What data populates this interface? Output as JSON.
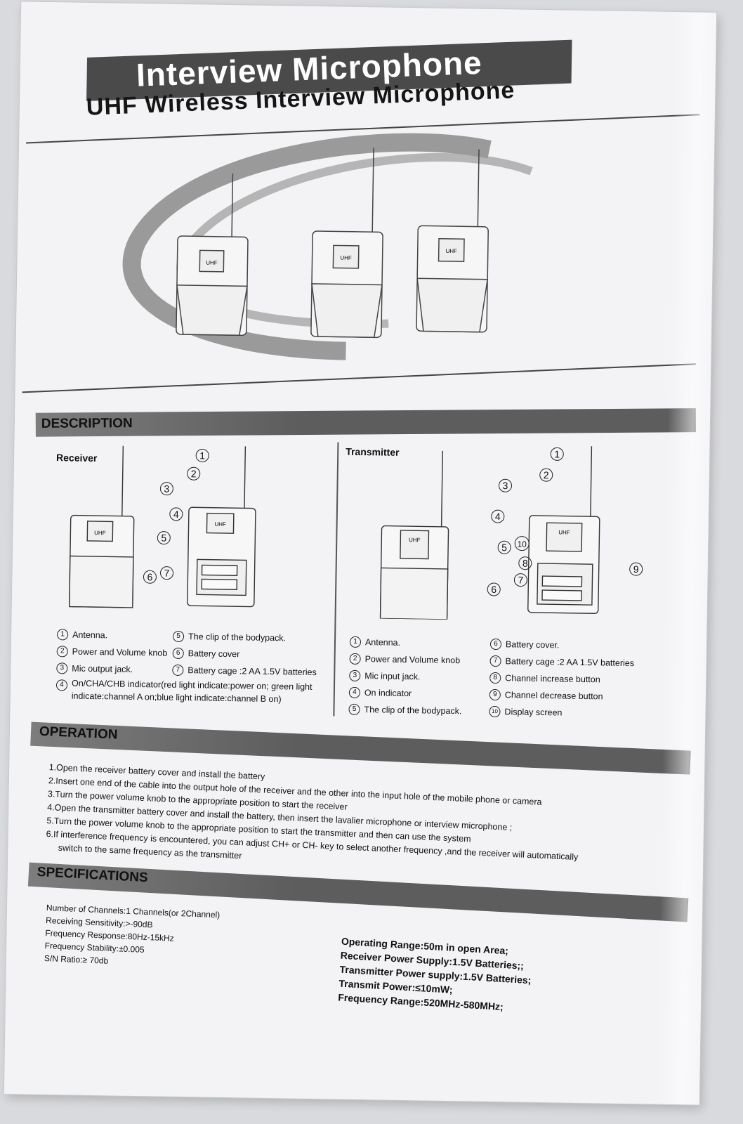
{
  "header": {
    "title": "Interview Microphone",
    "subtitle": "UHF Wireless Interview Microphone"
  },
  "hero": {
    "device_badge": "UHF"
  },
  "description": {
    "heading": "DESCRIPTION",
    "receiver": {
      "label": "Receiver",
      "badge": "UHF",
      "legend_left": [
        {
          "num": "1",
          "text": "Antenna."
        },
        {
          "num": "2",
          "text": "Power and Volume knob"
        },
        {
          "num": "3",
          "text": "Mic output jack."
        },
        {
          "num": "4",
          "text": "On/CHA/CHB indicator(red light indicate:power on; green light indicate:channel A on;blue light indicate:channel B on)"
        }
      ],
      "legend_right": [
        {
          "num": "5",
          "text": "The clip of the bodypack."
        },
        {
          "num": "6",
          "text": "Battery cover"
        },
        {
          "num": "7",
          "text": "Battery cage :2 AA 1.5V batteries"
        }
      ],
      "callouts": [
        "1",
        "2",
        "3",
        "4",
        "5",
        "6",
        "7"
      ]
    },
    "transmitter": {
      "label": "Transmitter",
      "badge": "UHF",
      "legend_left": [
        {
          "num": "1",
          "text": "Antenna."
        },
        {
          "num": "2",
          "text": "Power and Volume knob"
        },
        {
          "num": "3",
          "text": "Mic input jack."
        },
        {
          "num": "4",
          "text": "On indicator"
        },
        {
          "num": "5",
          "text": "The clip of the bodypack."
        }
      ],
      "legend_right": [
        {
          "num": "6",
          "text": "Battery cover."
        },
        {
          "num": "7",
          "text": "Battery cage :2 AA 1.5V batteries"
        },
        {
          "num": "8",
          "text": "Channel increase button"
        },
        {
          "num": "9",
          "text": "Channel  decrease button"
        },
        {
          "num": "10",
          "text": "Display screen"
        }
      ],
      "callouts": [
        "1",
        "2",
        "3",
        "4",
        "5",
        "6",
        "7",
        "8",
        "9",
        "10"
      ]
    }
  },
  "operation": {
    "heading": "OPERATION",
    "steps": [
      "1.Open the receiver battery cover and install the battery",
      "2.Insert one end of the cable into the output hole of the receiver and the other into the input hole of the mobile phone or camera",
      "3.Turn the power volume  knob  to the appropriate position to start the receiver",
      "4.Open the transmitter battery cover and install the battery, then insert the lavalier microphone or interview microphone ;",
      "5.Turn the power volume  knob  to the appropriate position to start the transmitter and then can use the system",
      "6.If interference frequency is encountered, you can adjust CH+ or CH- key to select another frequency ,and the receiver will automatically",
      "switch to the same frequency as the transmitter"
    ]
  },
  "specifications": {
    "heading": "SPECIFICATIONS",
    "left": [
      "Number of Channels:1 Channels(or 2Channel)",
      "Receiving Sensitivity:>-90dB",
      "Frequency Response:80Hz-15kHz",
      "Frequency Stability:±0.005",
      "S/N Ratio:≥ 70db"
    ],
    "right": [
      "Operating Range:50m in open Area;",
      "Receiver Power Supply:1.5V Batteries;;",
      "Transmitter Power supply:1.5V Batteries;",
      "Transmit Power:≤10mW;",
      "Frequency Range:520MHz-580MHz;"
    ]
  }
}
